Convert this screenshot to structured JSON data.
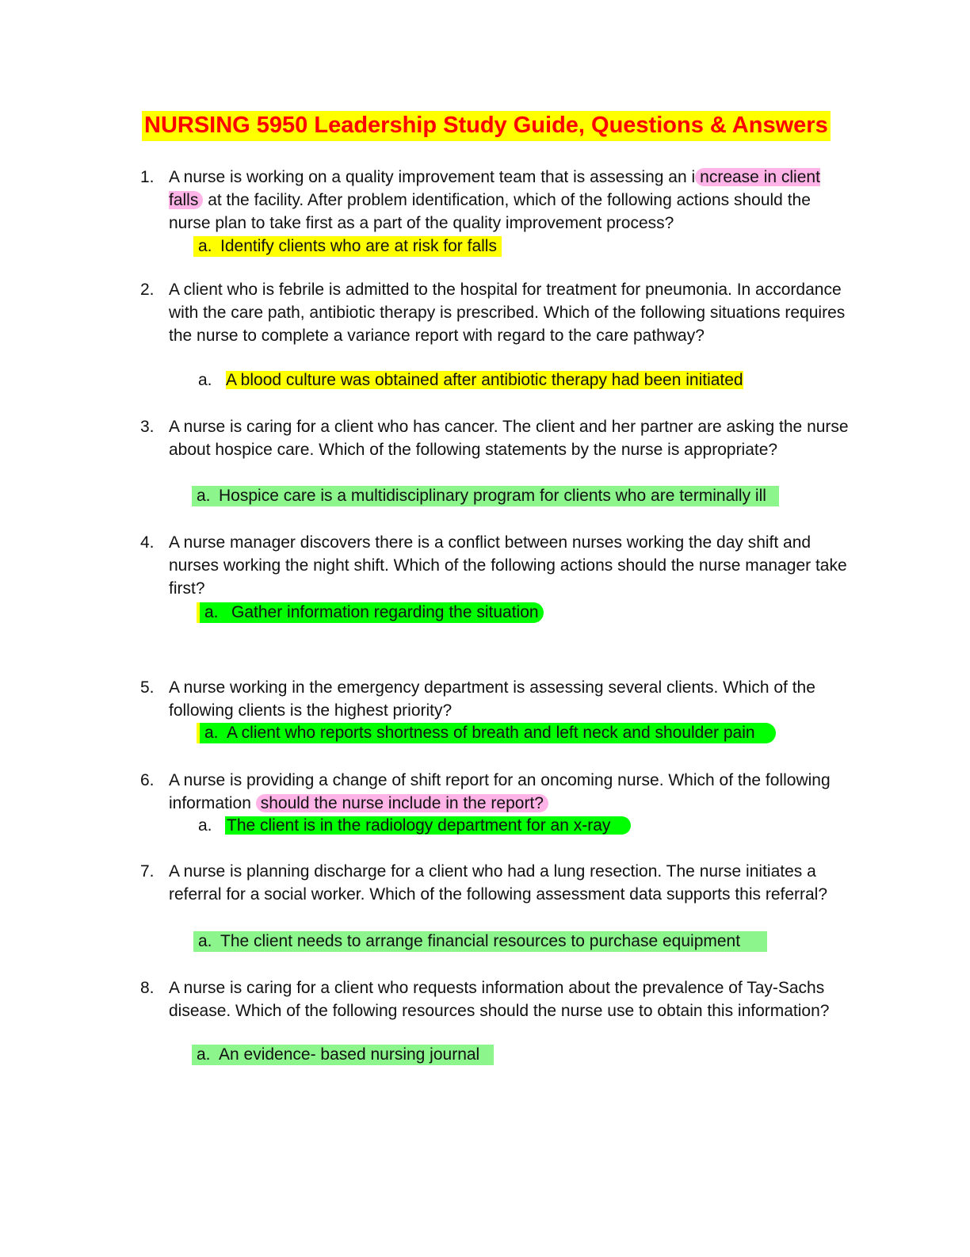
{
  "title": "NURSING 5950 Leadership Study Guide, Questions & Answers",
  "questions": [
    {
      "num": "1.",
      "text_before": "A nurse is working on a quality improvement team that is assessing an i",
      "text_hl": "ncrease in client falls",
      "text_after": " at the facility. After problem identification, which of the following actions should the nurse plan to take first as a part of the quality improvement process?",
      "answer_letter": "a.",
      "answer": "Identify clients who are at risk for falls"
    },
    {
      "num": "2.",
      "text": "A client who is febrile is admitted to the hospital for treatment for pneumonia. In accordance with the care path, antibiotic therapy is prescribed. Which of the following situations requires the nurse to complete a variance report with regard to the care pathway?",
      "answer_letter": "a.",
      "answer": "A blood culture was obtained after antibiotic therapy had been initiated"
    },
    {
      "num": "3.",
      "text": "A nurse is caring for a client who has cancer. The client and her partner are asking the nurse about hospice care. Which of the following statements by the nurse is appropriate?",
      "answer_letter": "a.",
      "answer": "Hospice care is a multidisciplinary program for clients who are terminally ill"
    },
    {
      "num": "4.",
      "text": "A nurse manager discovers there is a conflict between nurses working the day shift and nurses working the night shift. Which of the following actions should the nurse manager take first?",
      "answer_letter": "a.",
      "answer": "Gather information regarding the situation"
    },
    {
      "num": "5.",
      "text": "A nurse working in the emergency department is assessing several clients. Which of the following clients is the highest priority?",
      "answer_letter": "a.",
      "answer": "A client who reports shortness of breath and left neck and shoulder pain"
    },
    {
      "num": "6.",
      "text_before": "A nurse is providing a change of shift report for an oncoming nurse. Which of the following information ",
      "text_hl": "should the nurse include in the report?",
      "text_after": "",
      "answer_letter": "a.",
      "answer": "The client is in the radiology department for an x-ray"
    },
    {
      "num": "7.",
      "text": "A nurse is planning discharge for a client who had a lung resection. The nurse initiates a referral for a social worker. Which of the following assessment data supports this referral?",
      "answer_letter": "a.",
      "answer": "The client needs to arrange financial resources to purchase equipment"
    },
    {
      "num": "8.",
      "text": "A nurse is caring for a client who requests information about the prevalence of Tay-Sachs disease. Which of the following resources should the nurse use to obtain this information?",
      "answer_letter": "a.",
      "answer": "An evidence- based nursing journal"
    }
  ],
  "colors": {
    "title_text": "#ff0000",
    "highlight_yellow": "#ffff00",
    "highlight_green": "#00ff00",
    "highlight_lightgreen": "#8cf58c",
    "highlight_pink": "#ffb3e6"
  }
}
